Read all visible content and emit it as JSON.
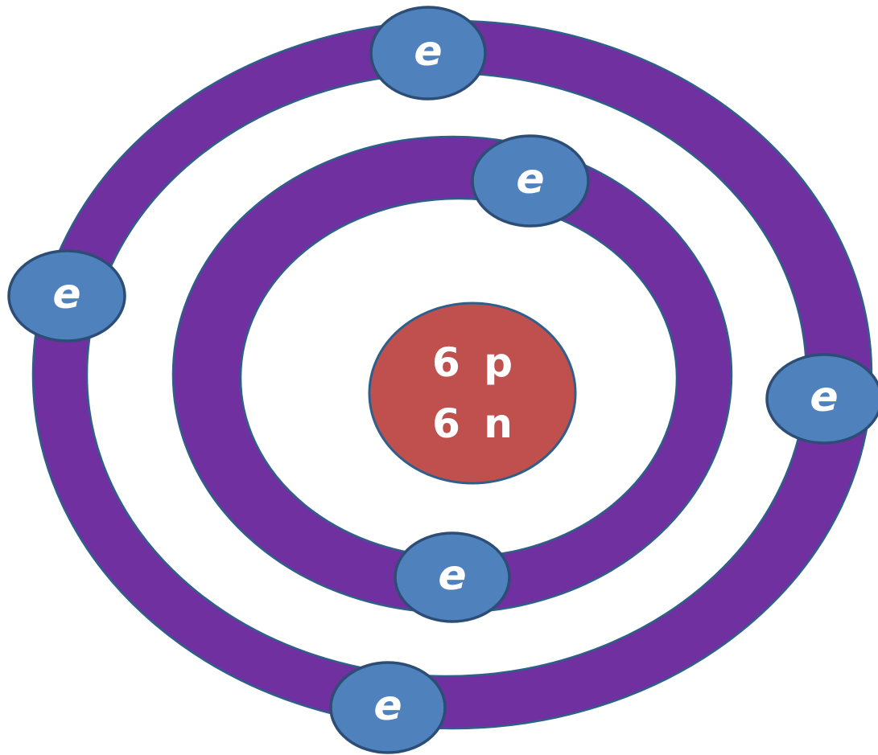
{
  "diagram": {
    "nucleus": {
      "protons_label": "6 p",
      "neutrons_label": "6 n"
    },
    "electrons": [
      {
        "label": "e"
      },
      {
        "label": "e"
      },
      {
        "label": "e"
      },
      {
        "label": "e"
      },
      {
        "label": "e"
      },
      {
        "label": "e"
      }
    ]
  },
  "colors": {
    "orbit": "#7030a0",
    "nucleus": "#c0504d",
    "electron": "#4f81bd",
    "outline": "#2e5f8a",
    "text": "#ffffff"
  }
}
